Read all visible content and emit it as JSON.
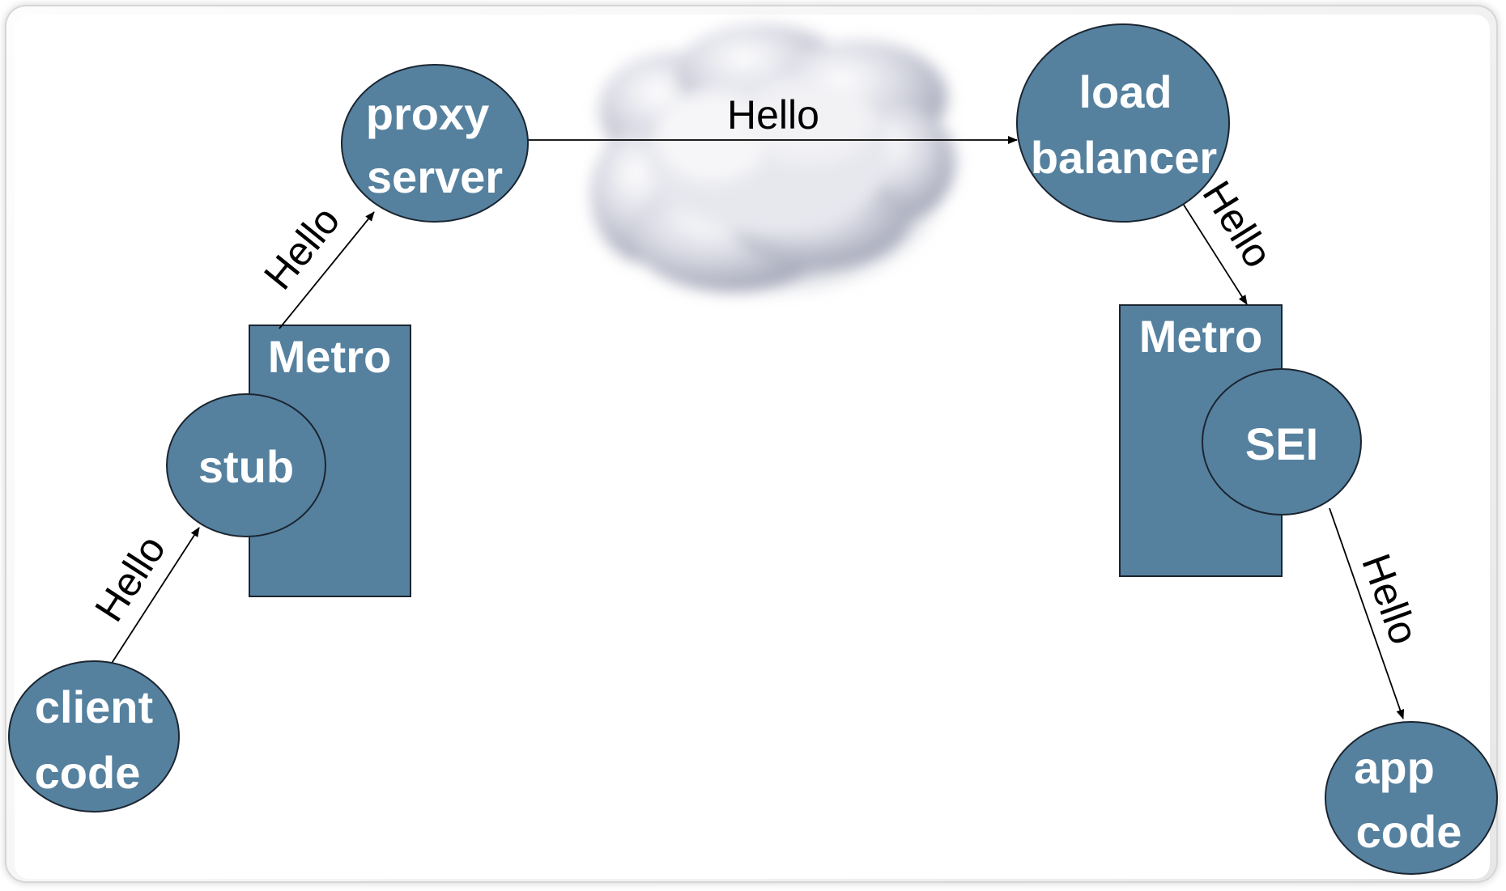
{
  "colors": {
    "node_fill": "#55819f",
    "node_stroke": "#1b2530",
    "node_text": "#ffffff",
    "edge": "#000000"
  },
  "nodes": {
    "client_code": [
      "client",
      "code"
    ],
    "stub": [
      "stub"
    ],
    "metro_left": [
      "Metro"
    ],
    "proxy_server": [
      "proxy",
      "server"
    ],
    "load_balancer": [
      "load",
      "balancer"
    ],
    "metro_right": [
      "Metro"
    ],
    "sei": [
      "SEI"
    ],
    "app_code": [
      "app",
      "code"
    ]
  },
  "edges": {
    "client_to_stub": "Hello",
    "metro_to_proxy": "Hello",
    "proxy_to_load_balancer": "Hello",
    "load_balancer_to_metro": "Hello",
    "sei_to_app": "Hello"
  },
  "decorations": {
    "cloud": "cloud-icon"
  }
}
